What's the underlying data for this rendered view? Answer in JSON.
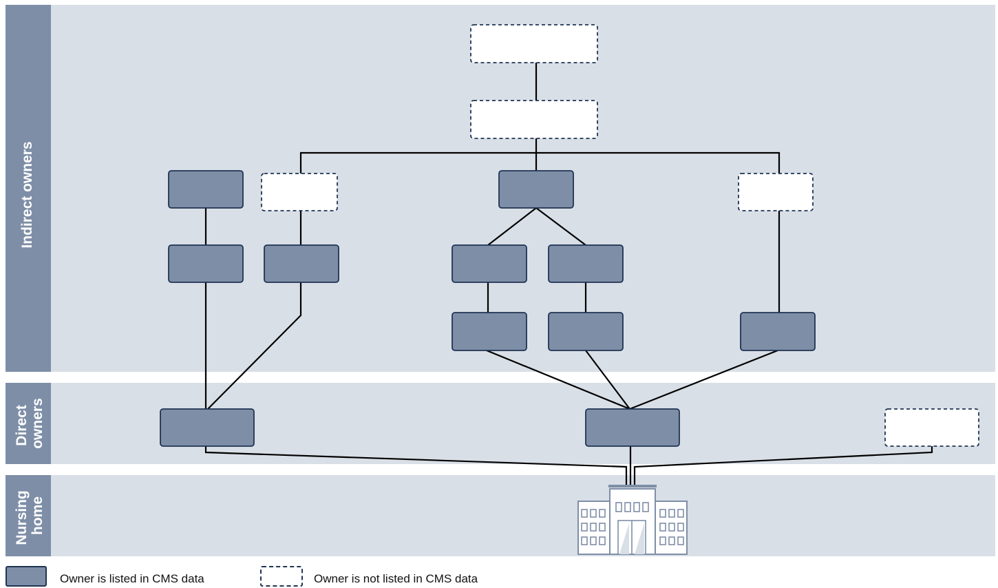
{
  "bands": {
    "indirect": "Indirect owners",
    "direct": [
      "Direct",
      "owners"
    ],
    "nursing": [
      "Nursing",
      "home"
    ]
  },
  "legend": {
    "listed": "Owner is listed in CMS data",
    "not_listed": "Owner is not listed in CMS data"
  },
  "colors": {
    "band_bg": "#d9dfe7",
    "label_bg": "#7e8ea7",
    "listed_fill": "#7e8ea7",
    "listed_border": "#1f3352",
    "unlisted_border": "#1f3352",
    "line": "#000000"
  },
  "nodes": [
    {
      "id": "top1",
      "listed": false
    },
    {
      "id": "top2",
      "listed": false
    },
    {
      "id": "a1",
      "listed": true
    },
    {
      "id": "a2",
      "listed": true
    },
    {
      "id": "b1",
      "listed": false
    },
    {
      "id": "b2",
      "listed": true
    },
    {
      "id": "c1",
      "listed": true
    },
    {
      "id": "c2",
      "listed": true
    },
    {
      "id": "c3",
      "listed": true
    },
    {
      "id": "c4",
      "listed": true
    },
    {
      "id": "c5",
      "listed": true
    },
    {
      "id": "d1",
      "listed": false
    },
    {
      "id": "d2",
      "listed": true
    },
    {
      "id": "direct1",
      "listed": true
    },
    {
      "id": "direct2",
      "listed": true
    },
    {
      "id": "direct3",
      "listed": false
    }
  ],
  "edges": [
    [
      "top1",
      "top2"
    ],
    [
      "top2",
      "b1"
    ],
    [
      "top2",
      "c1"
    ],
    [
      "top2",
      "d1"
    ],
    [
      "a1",
      "a2"
    ],
    [
      "a2",
      "direct1"
    ],
    [
      "b1",
      "b2"
    ],
    [
      "b2",
      "direct1"
    ],
    [
      "c1",
      "c2"
    ],
    [
      "c1",
      "c3"
    ],
    [
      "c2",
      "c4"
    ],
    [
      "c3",
      "c5"
    ],
    [
      "c4",
      "direct2"
    ],
    [
      "c5",
      "direct2"
    ],
    [
      "d1",
      "d2"
    ],
    [
      "d2",
      "direct2"
    ],
    [
      "direct1",
      "nursing-home"
    ],
    [
      "direct2",
      "nursing-home"
    ],
    [
      "direct3",
      "nursing-home"
    ]
  ]
}
